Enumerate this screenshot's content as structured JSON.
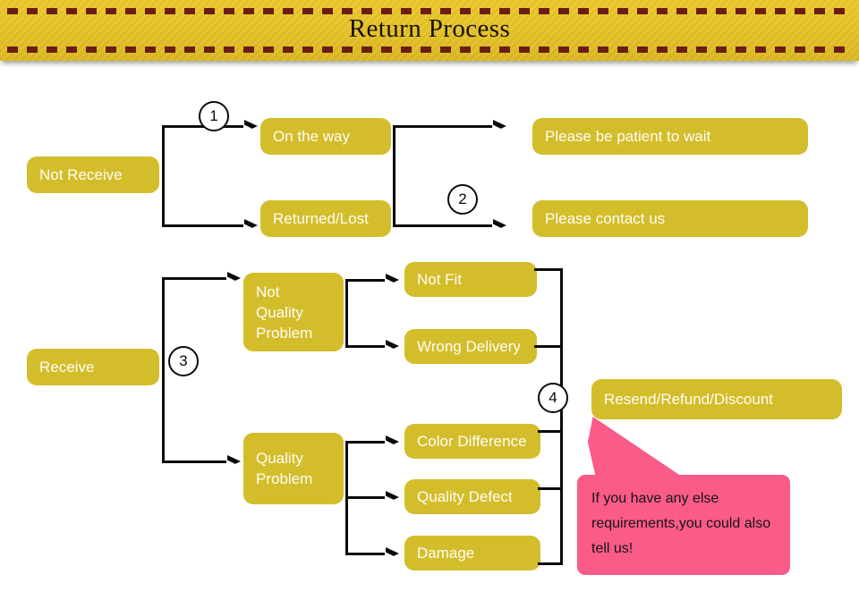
{
  "header": {
    "title": "Return Process"
  },
  "flow": {
    "not_receive": "Not Receive",
    "on_the_way": "On the way",
    "returned_lost": "Returned/Lost",
    "be_patient": "Please be patient to wait",
    "contact_us": "Please contact us",
    "receive": "Receive",
    "not_quality_problem": "Not\nQuality\nProblem",
    "quality_problem": "Quality\nProblem",
    "not_fit": "Not Fit",
    "wrong_delivery": "Wrong Delivery",
    "color_difference": "Color Difference",
    "quality_defect": "Quality Defect",
    "damage": "Damage",
    "resolution": "Resend/Refund/Discount"
  },
  "steps": {
    "one": "1",
    "two": "2",
    "three": "3",
    "four": "4"
  },
  "callout": {
    "text": "If you have any else requirements,you could also tell us!"
  },
  "colors": {
    "banner": "#e6c228",
    "banner_dash": "#6b1d10",
    "node": "#d4bd2b",
    "node_text": "#fdfdf6",
    "connector": "#0b0b0b",
    "callout": "#fa5b88",
    "callout_text": "#141414",
    "background": "#ffffff"
  }
}
